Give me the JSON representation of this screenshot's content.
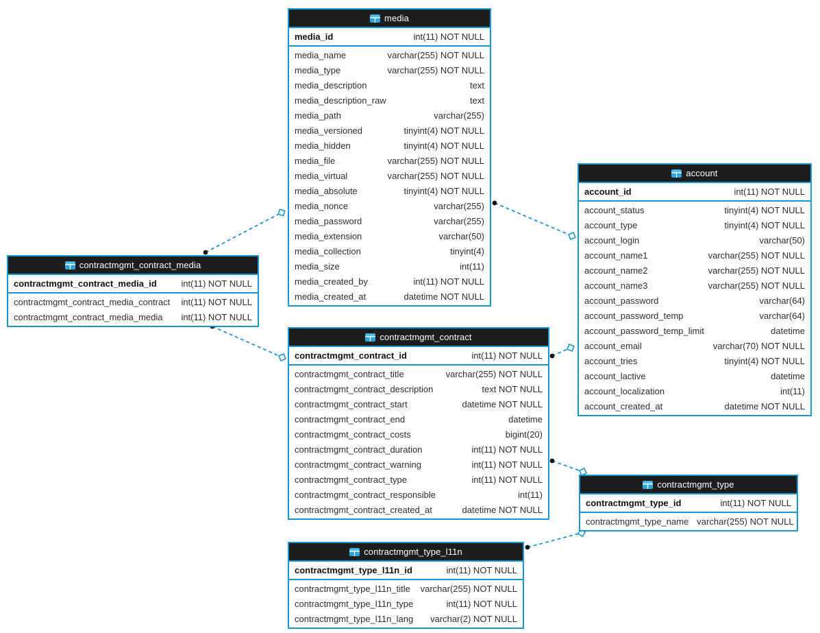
{
  "diagram": {
    "title": "contractmgmt schema diagram",
    "colors": {
      "accent": "#1a96d4",
      "header_bg": "#1d1d1d",
      "header_text": "#ffffff",
      "row_text": "#2e2e2e",
      "table_bg": "#ffffff",
      "relation_line": "#1a96d4",
      "relation_dot": "#101010",
      "relation_diamond_fill": "#ffffff"
    },
    "tables": [
      {
        "id": "media",
        "title": "media",
        "icon": "table-icon",
        "pk": {
          "name": "media_id",
          "type": "int(11) NOT NULL"
        },
        "columns": [
          {
            "name": "media_name",
            "type": "varchar(255) NOT NULL"
          },
          {
            "name": "media_type",
            "type": "varchar(255) NOT NULL"
          },
          {
            "name": "media_description",
            "type": "text"
          },
          {
            "name": "media_description_raw",
            "type": "text"
          },
          {
            "name": "media_path",
            "type": "varchar(255)"
          },
          {
            "name": "media_versioned",
            "type": "tinyint(4) NOT NULL"
          },
          {
            "name": "media_hidden",
            "type": "tinyint(4) NOT NULL"
          },
          {
            "name": "media_file",
            "type": "varchar(255) NOT NULL"
          },
          {
            "name": "media_virtual",
            "type": "varchar(255) NOT NULL"
          },
          {
            "name": "media_absolute",
            "type": "tinyint(4) NOT NULL"
          },
          {
            "name": "media_nonce",
            "type": "varchar(255)"
          },
          {
            "name": "media_password",
            "type": "varchar(255)"
          },
          {
            "name": "media_extension",
            "type": "varchar(50)"
          },
          {
            "name": "media_collection",
            "type": "tinyint(4)"
          },
          {
            "name": "media_size",
            "type": "int(11)"
          },
          {
            "name": "media_created_by",
            "type": "int(11) NOT NULL"
          },
          {
            "name": "media_created_at",
            "type": "datetime NOT NULL"
          }
        ]
      },
      {
        "id": "contractmgmt_contract_media",
        "title": "contractmgmt_contract_media",
        "icon": "table-icon",
        "pk": {
          "name": "contractmgmt_contract_media_id",
          "type": "int(11) NOT NULL"
        },
        "columns": [
          {
            "name": "contractmgmt_contract_media_contract",
            "type": "int(11) NOT NULL"
          },
          {
            "name": "contractmgmt_contract_media_media",
            "type": "int(11) NOT NULL"
          }
        ]
      },
      {
        "id": "account",
        "title": "account",
        "icon": "table-icon",
        "pk": {
          "name": "account_id",
          "type": "int(11) NOT NULL"
        },
        "columns": [
          {
            "name": "account_status",
            "type": "tinyint(4) NOT NULL"
          },
          {
            "name": "account_type",
            "type": "tinyint(4) NOT NULL"
          },
          {
            "name": "account_login",
            "type": "varchar(50)"
          },
          {
            "name": "account_name1",
            "type": "varchar(255) NOT NULL"
          },
          {
            "name": "account_name2",
            "type": "varchar(255) NOT NULL"
          },
          {
            "name": "account_name3",
            "type": "varchar(255) NOT NULL"
          },
          {
            "name": "account_password",
            "type": "varchar(64)"
          },
          {
            "name": "account_password_temp",
            "type": "varchar(64)"
          },
          {
            "name": "account_password_temp_limit",
            "type": "datetime"
          },
          {
            "name": "account_email",
            "type": "varchar(70) NOT NULL"
          },
          {
            "name": "account_tries",
            "type": "tinyint(4) NOT NULL"
          },
          {
            "name": "account_lactive",
            "type": "datetime"
          },
          {
            "name": "account_localization",
            "type": "int(11)"
          },
          {
            "name": "account_created_at",
            "type": "datetime NOT NULL"
          }
        ]
      },
      {
        "id": "contractmgmt_contract",
        "title": "contractmgmt_contract",
        "icon": "table-icon",
        "pk": {
          "name": "contractmgmt_contract_id",
          "type": "int(11) NOT NULL"
        },
        "columns": [
          {
            "name": "contractmgmt_contract_title",
            "type": "varchar(255) NOT NULL"
          },
          {
            "name": "contractmgmt_contract_description",
            "type": "text NOT NULL"
          },
          {
            "name": "contractmgmt_contract_start",
            "type": "datetime NOT NULL"
          },
          {
            "name": "contractmgmt_contract_end",
            "type": "datetime"
          },
          {
            "name": "contractmgmt_contract_costs",
            "type": "bigint(20)"
          },
          {
            "name": "contractmgmt_contract_duration",
            "type": "int(11) NOT NULL"
          },
          {
            "name": "contractmgmt_contract_warning",
            "type": "int(11) NOT NULL"
          },
          {
            "name": "contractmgmt_contract_type",
            "type": "int(11) NOT NULL"
          },
          {
            "name": "contractmgmt_contract_responsible",
            "type": "int(11)"
          },
          {
            "name": "contractmgmt_contract_created_at",
            "type": "datetime NOT NULL"
          }
        ]
      },
      {
        "id": "contractmgmt_type",
        "title": "contractmgmt_type",
        "icon": "table-icon",
        "pk": {
          "name": "contractmgmt_type_id",
          "type": "int(11) NOT NULL"
        },
        "columns": [
          {
            "name": "contractmgmt_type_name",
            "type": "varchar(255) NOT NULL"
          }
        ]
      },
      {
        "id": "contractmgmt_type_l11n",
        "title": "contractmgmt_type_l11n",
        "icon": "table-icon",
        "pk": {
          "name": "contractmgmt_type_l11n_id",
          "type": "int(11) NOT NULL"
        },
        "columns": [
          {
            "name": "contractmgmt_type_l11n_title",
            "type": "varchar(255) NOT NULL"
          },
          {
            "name": "contractmgmt_type_l11n_type",
            "type": "int(11) NOT NULL"
          },
          {
            "name": "contractmgmt_type_l11n_lang",
            "type": "varchar(2) NOT NULL"
          }
        ]
      }
    ],
    "relations": [
      {
        "from": "contractmgmt_contract_media",
        "to": "media"
      },
      {
        "from": "media",
        "to": "account"
      },
      {
        "from": "contractmgmt_contract_media",
        "to": "contractmgmt_contract"
      },
      {
        "from": "contractmgmt_contract",
        "to": "account"
      },
      {
        "from": "contractmgmt_contract",
        "to": "contractmgmt_type"
      },
      {
        "from": "contractmgmt_type_l11n",
        "to": "contractmgmt_type"
      }
    ]
  }
}
